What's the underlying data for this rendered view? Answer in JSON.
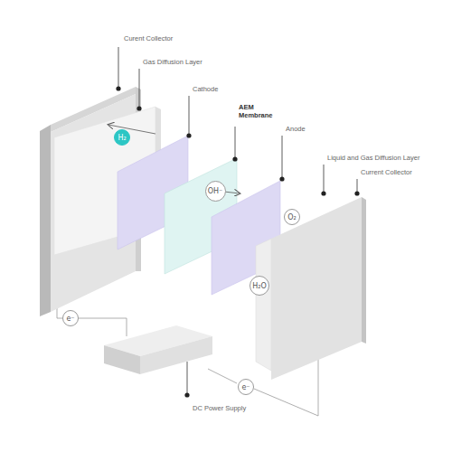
{
  "diagram": {
    "nodes": [
      {
        "text": [
          "H₂"
        ]
      },
      {
        "text": [
          "OH⁻"
        ]
      },
      {
        "text": [
          "O₂"
        ]
      },
      {
        "text": [
          "H₂O"
        ]
      },
      {
        "text": [
          "e⁻"
        ]
      },
      {
        "text": [
          "e⁻"
        ]
      }
    ],
    "labels": [
      "Curent Collector",
      "Gas Diffusion Layer",
      "Cathode",
      "AEM Membrane",
      "Anode",
      "Liquid and Gas Diffusion Layer",
      "Current Collector",
      "DC Power Supply"
    ]
  }
}
